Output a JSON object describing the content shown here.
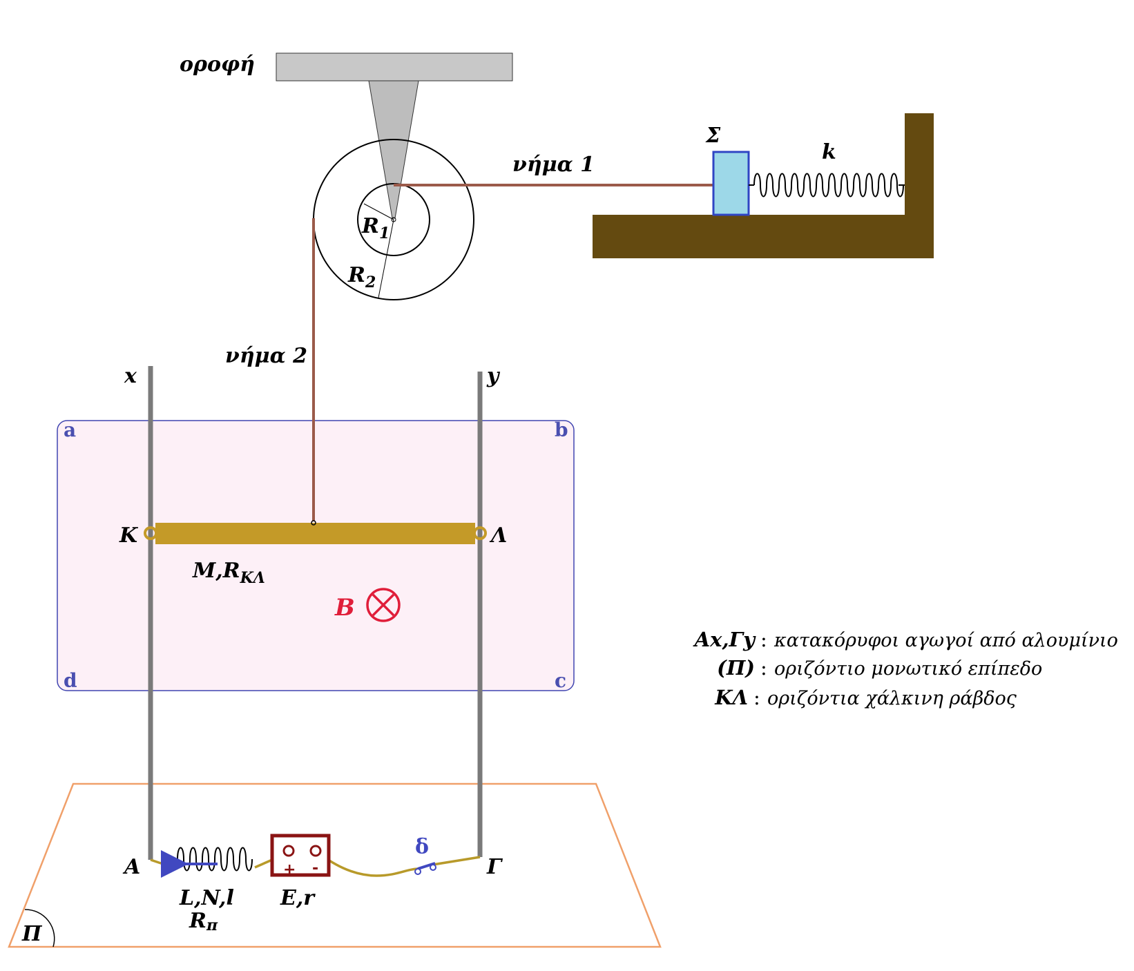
{
  "colors": {
    "ceiling": "#c8c8c8",
    "wood": "#644a10",
    "block": "#9dd8e8",
    "block_border": "#2f45c4",
    "thread": "#9b5a4a",
    "rail": "#7a7a7a",
    "rod": "#c49a28",
    "field_region_fill": "#fdf0f7",
    "field_region_border": "#3f44b0",
    "field_color": "#e01e3a",
    "plane_border": "#f0a06a",
    "battery": "#8a1414",
    "switch": "#4048c0",
    "wire": "#b89a2a"
  },
  "labels": {
    "ceiling": "οροφή",
    "thread1": "νήμα 1",
    "thread2": "νήμα 2",
    "block": "Σ",
    "spring": "k",
    "r1_main": "R",
    "r1_sub": "1",
    "r2_main": "R",
    "r2_sub": "2",
    "rail_x": "x",
    "rail_y": "y",
    "corner_a": "a",
    "corner_b": "b",
    "corner_c": "c",
    "corner_d": "d",
    "point_K": "Κ",
    "point_L": "Λ",
    "rod_main": "M,R",
    "rod_sub": "ΚΛ",
    "field": "B",
    "point_A": "Α",
    "point_G": "Γ",
    "coil1": "L,N,l",
    "coil2_main": "R",
    "coil2_sub": "π",
    "battery_plus": "+",
    "battery_minus": "-",
    "battery_label": "E,r",
    "switch_label": "δ",
    "plane": "Π"
  },
  "legend": [
    {
      "key": "Αx,Γy",
      "text": "κατακόρυφοι αγωγοί από αλουμίνιο"
    },
    {
      "key": "(Π)",
      "text": "οριζόντιο μονωτικό επίπεδο"
    },
    {
      "key": "ΚΛ",
      "text": "οριζόντια χάλκινη ράβδος"
    }
  ]
}
